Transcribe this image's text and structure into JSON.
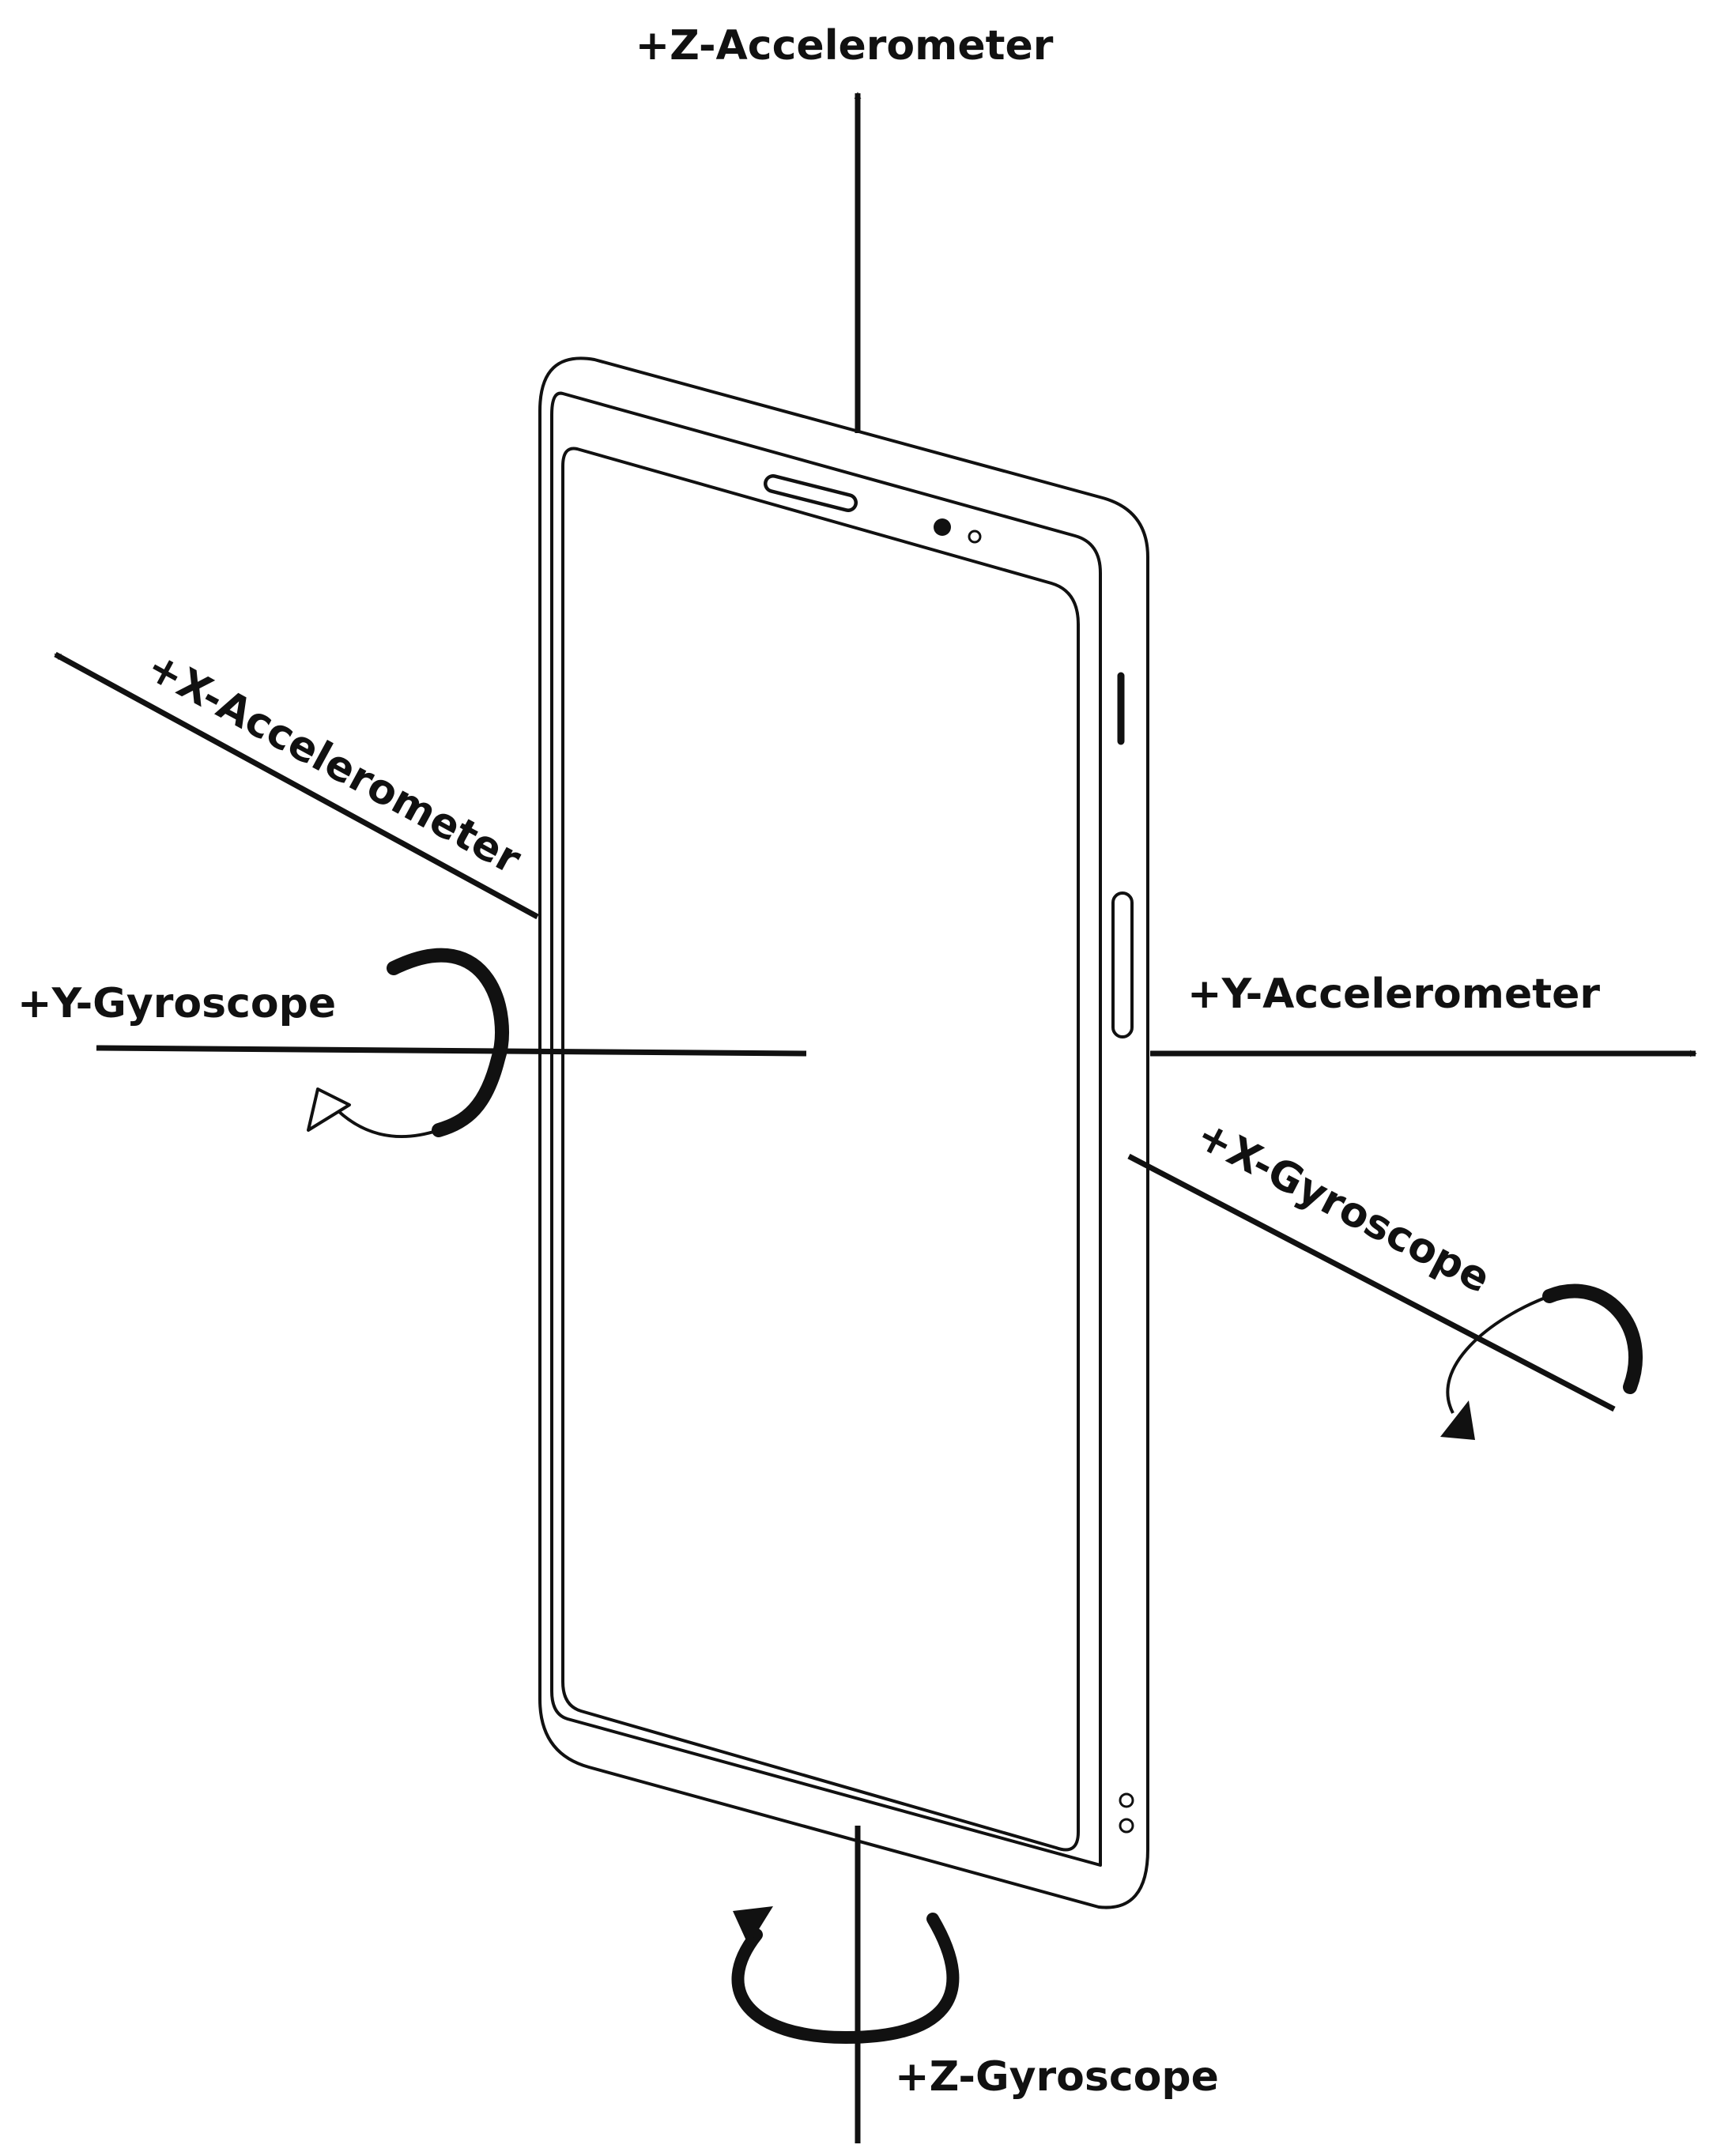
{
  "labels": {
    "z_accelerometer": "+Z-Accelerometer",
    "x_accelerometer": "+X-Accelerometer",
    "y_gyroscope": "+Y-Gyroscope",
    "y_accelerometer": "+Y-Accelerometer",
    "x_gyroscope": "+X-Gyroscope",
    "z_gyroscope": "+Z-Gyroscope"
  },
  "colors": {
    "line": "#111111",
    "background": "#ffffff"
  }
}
